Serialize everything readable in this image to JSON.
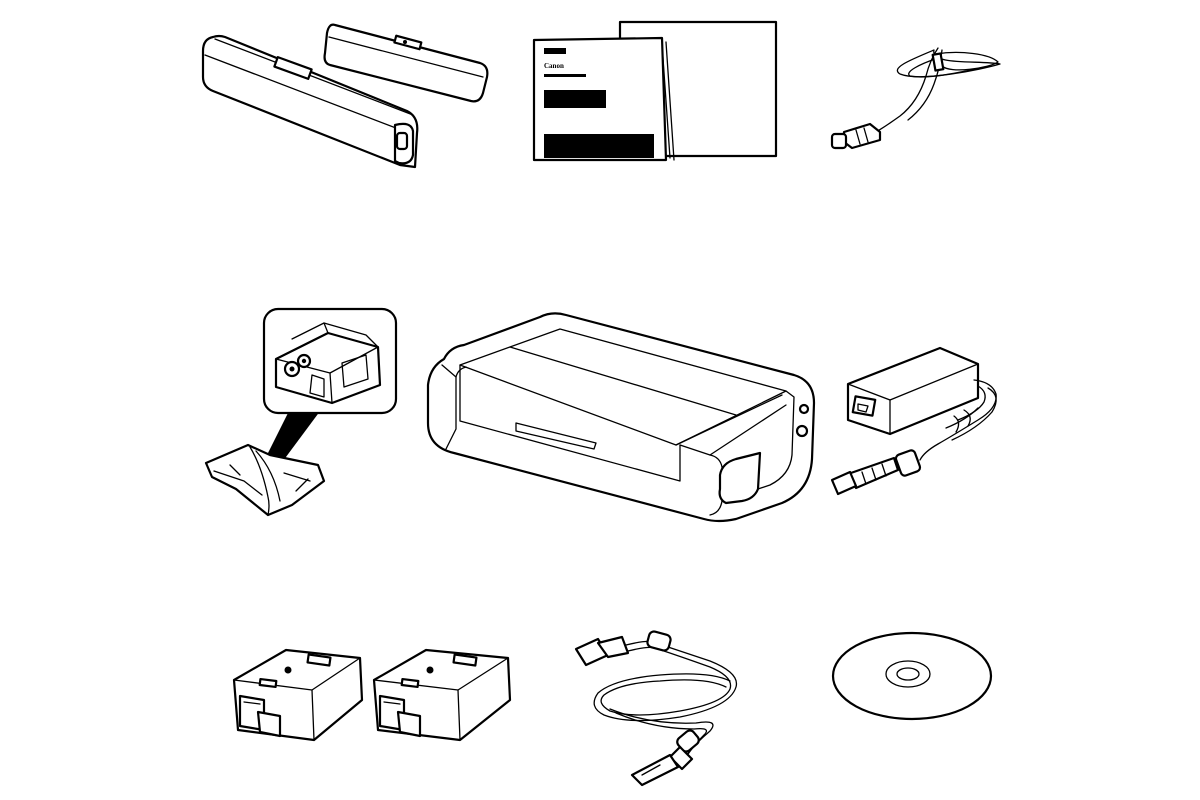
{
  "document": {
    "items": [
      {
        "id": "print-head-cover"
      },
      {
        "id": "manuals"
      },
      {
        "id": "power-cord"
      },
      {
        "id": "print-head"
      },
      {
        "id": "printer"
      },
      {
        "id": "ac-adapter"
      },
      {
        "id": "ink-tanks"
      },
      {
        "id": "usb-cable"
      },
      {
        "id": "setup-cd"
      }
    ],
    "manual_brand_text": "Canon"
  }
}
